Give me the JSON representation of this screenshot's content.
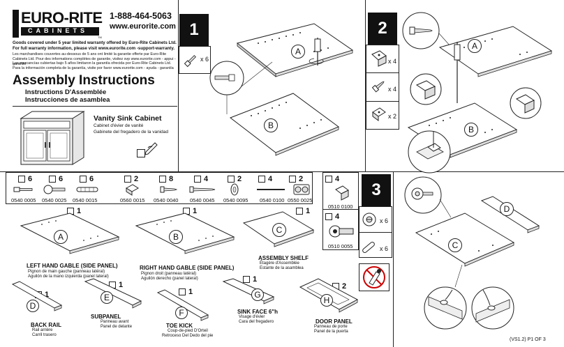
{
  "brand": {
    "name": "EURO-RITE",
    "sub": "CABINETS",
    "trademark": "TM",
    "phone": "1-888-464-5063",
    "website": "www.eurorite.com"
  },
  "warranty": {
    "en": "Goods covered under 5 year limited warranty offered by Euro-Rite Cabinets Ltd.  For full warranty information, please visit www.eurorite.com -support-warranty.",
    "fr": "Les marchandises couvertes au-dessous de 5 ans ont limité la garantie offerte par Euro-Rite Cabinets Ltd. Pour des informations complètes de garantie, visitez svp www.eurorite.com - appui - garantie",
    "es": "Las mercancías cubiertas bajo 5 años limitaron la garantía ofrecida por Euro-Rite Cabinets Ltd.  Para la información completa de la garantía, visite por favor www.eurorite.com - ayuda - garantía"
  },
  "title": {
    "main": "Assembly Instructions",
    "fr": "Instructions D'Assemblée",
    "es": "Instrucciones de asamblea"
  },
  "product": {
    "name": "Vanity Sink Cabinet",
    "fr": "Cabinet d'évier de vanité",
    "es": "Gabinete del fregadero de la vanidad"
  },
  "steps": {
    "s1": {
      "num": "1",
      "qty": "x 6",
      "label_a": "A",
      "label_b": "B"
    },
    "s2": {
      "num": "2",
      "qty1": "x 4",
      "qty2": "x 4",
      "qty3": "x 2",
      "label_a": "A",
      "label_b": "B"
    },
    "s3": {
      "num": "3",
      "qty1": "x 6",
      "qty2": "x 6",
      "label_c": "C",
      "label_d": "D"
    }
  },
  "hardware": [
    {
      "qty": "6",
      "code": "0540 0005",
      "icon": "dowel-icon"
    },
    {
      "qty": "6",
      "code": "0540 0025",
      "icon": "cam-bolt-icon"
    },
    {
      "qty": "6",
      "code": "0540 0015",
      "icon": "wood-dowel-icon"
    },
    {
      "qty": "2",
      "code": "0560 0015",
      "icon": "shelf-clip-icon"
    },
    {
      "qty": "8",
      "code": "0540 0040",
      "icon": "short-screw-icon"
    },
    {
      "qty": "4",
      "code": "0540 0045",
      "icon": "long-screw-icon"
    },
    {
      "qty": "2",
      "code": "0540 0095",
      "icon": "bumper-icon"
    },
    {
      "qty": "4",
      "code": "0540 0100",
      "icon": "rod-icon"
    },
    {
      "qty": "2",
      "code": "0550 0025",
      "icon": "double-knob-icon"
    },
    {
      "qty": "4",
      "code": "0510 0100",
      "icon": "bracket-icon"
    },
    {
      "qty": "4",
      "code": "0510 0055",
      "icon": "hinge-icon"
    }
  ],
  "parts": [
    {
      "qty": "1",
      "label": "A",
      "title": "LEFT HAND GABLE (SIDE PANEL)",
      "fr": "Pignon de main gauche (panneau latéral)",
      "es": "Aguilón de la mano izquierda (panel lateral)"
    },
    {
      "qty": "1",
      "label": "B",
      "title": "RIGHT HAND GABLE (SIDE PANEL)",
      "fr": "Pignon droit (panneau latéral)",
      "es": "Aguilón derecho (panel lateral)"
    },
    {
      "qty": "1",
      "label": "C",
      "title": "ASSEMBLY SHELF",
      "fr": "Étagère d'Assemblée",
      "es": "Estante de la asamblea"
    },
    {
      "qty": "1",
      "label": "D",
      "title": "BACK RAIL",
      "fr": "Rail arrière",
      "es": "Carril trasero"
    },
    {
      "qty": "1",
      "label": "E",
      "title": "SUBPANEL",
      "fr": "Panneau avant",
      "es": "Panel de delante"
    },
    {
      "qty": "1",
      "label": "F",
      "title": "TOE KICK",
      "fr": "Coup-de-pied D'Orteil",
      "es": "Retroceso Del Dedo del pie"
    },
    {
      "qty": "1",
      "label": "G",
      "title": "SINK FACE 6\"h",
      "fr": "Visage d'évier",
      "es": "Cara del fregadero"
    },
    {
      "qty": "2",
      "label": "H",
      "title": "DOOR PANEL",
      "fr": "Panneau de porte",
      "es": "Panel de la puerta"
    }
  ],
  "footer": "(VS1.2)  P1 OF 3",
  "colors": {
    "ink": "#111111",
    "paper": "#ffffff",
    "warning": "#cc0000"
  }
}
